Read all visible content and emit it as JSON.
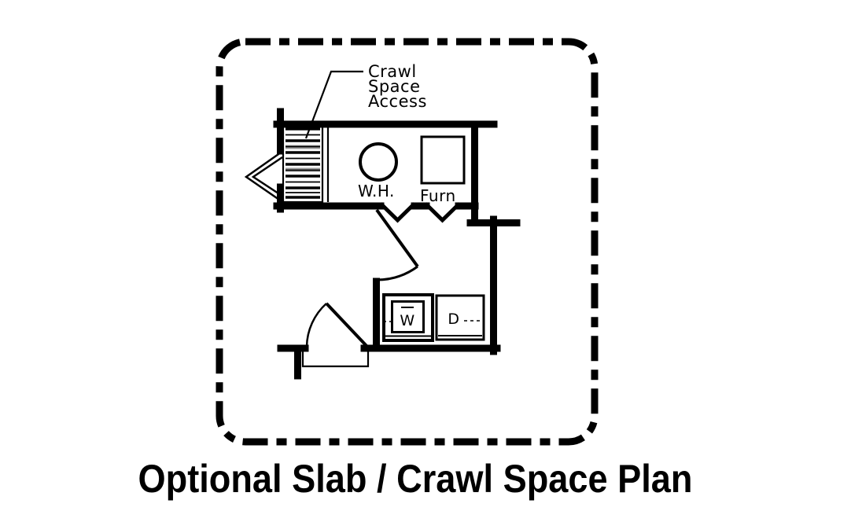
{
  "figure": {
    "background": "#ffffff",
    "ink": "#000000",
    "caption": "Optional Slab / Crawl Space Plan",
    "crawl_space_label": {
      "line1": "Crawl",
      "line2": "Space",
      "line3": "Access"
    },
    "equipment": {
      "water_heater_label": "W.H.",
      "furnace_label": "Furn",
      "washer_label": "W",
      "dryer_label": "D"
    }
  }
}
